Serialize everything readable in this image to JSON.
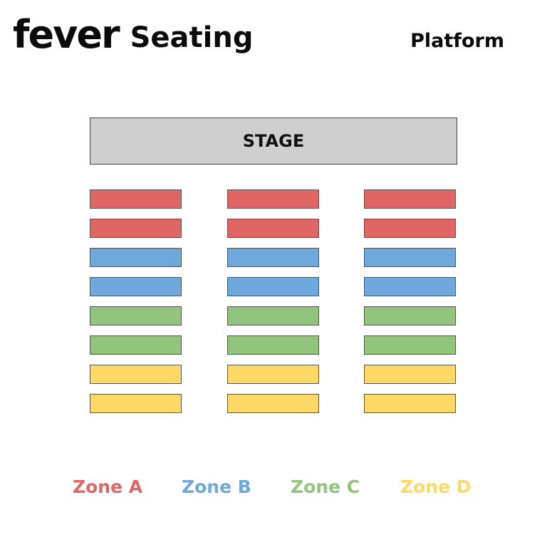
{
  "header": {
    "logo_text": "fever",
    "title": "Seating",
    "platform_label": "Platform"
  },
  "stage": {
    "label": "STAGE"
  },
  "seating": {
    "blocks": [
      {
        "rows": [
          "A",
          "A",
          "B",
          "B",
          "C",
          "C",
          "D",
          "D"
        ]
      },
      {
        "rows": [
          "A",
          "A",
          "B",
          "B",
          "C",
          "C",
          "D",
          "D"
        ]
      },
      {
        "rows": [
          "A",
          "A",
          "B",
          "B",
          "C",
          "C",
          "D",
          "D"
        ]
      }
    ]
  },
  "zones": [
    {
      "id": "A",
      "label": "Zone A",
      "color": "#e06666"
    },
    {
      "id": "B",
      "label": "Zone B",
      "color": "#6fa8dc"
    },
    {
      "id": "C",
      "label": "Zone C",
      "color": "#93c47d"
    },
    {
      "id": "D",
      "label": "Zone D",
      "color": "#ffd966"
    }
  ]
}
